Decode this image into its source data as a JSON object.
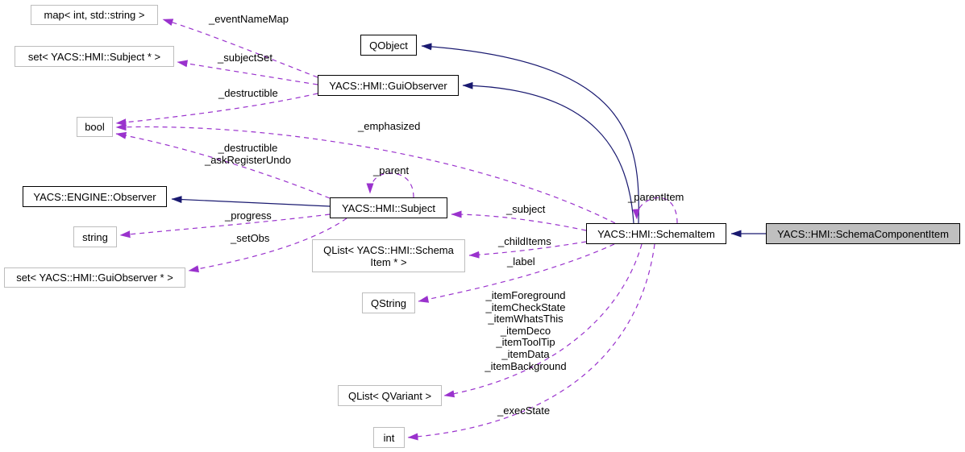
{
  "diagram": {
    "kind": "doxygen-collaboration-graph",
    "colors": {
      "background": "#ffffff",
      "inheritance_edge": "#191970",
      "usage_edge": "#9a32cd",
      "class_border": "#000000",
      "external_border": "#bdbdbd",
      "current_node_fill": "#bfbfbf",
      "text": "#000000"
    },
    "nodes": {
      "map_int_string": {
        "label": "map< int, std::string >",
        "type": "external"
      },
      "set_subject": {
        "label": "set< YACS::HMI::Subject * >",
        "type": "external"
      },
      "bool": {
        "label": "bool",
        "type": "external"
      },
      "qobject": {
        "label": "QObject",
        "type": "class"
      },
      "guiobserver": {
        "label": "YACS::HMI::GuiObserver",
        "type": "class"
      },
      "engine_observer": {
        "label": "YACS::ENGINE::Observer",
        "type": "class"
      },
      "string": {
        "label": "string",
        "type": "external"
      },
      "set_guiobserver": {
        "label": "set< YACS::HMI::GuiObserver * >",
        "type": "external"
      },
      "subject": {
        "label": "YACS::HMI::Subject",
        "type": "class"
      },
      "qlist_schemaitem": {
        "label": "QList< YACS::HMI::Schema\nItem * >",
        "type": "external"
      },
      "qstring": {
        "label": "QString",
        "type": "external"
      },
      "qlist_qvariant": {
        "label": "QList< QVariant >",
        "type": "external"
      },
      "int": {
        "label": "int",
        "type": "external"
      },
      "schemaitem": {
        "label": "YACS::HMI::SchemaItem",
        "type": "class"
      },
      "schemacomponentitem": {
        "label": "YACS::HMI::SchemaComponentItem",
        "type": "current"
      }
    },
    "edges": {
      "inherit_comp_schemaitem": {
        "from": "schemacomponentitem",
        "to": "schemaitem",
        "style": "inheritance"
      },
      "inherit_schemaitem_qobject": {
        "from": "schemaitem",
        "to": "qobject",
        "style": "inheritance"
      },
      "inherit_schemaitem_guiobserver": {
        "from": "schemaitem",
        "to": "guiobserver",
        "style": "inheritance"
      },
      "inherit_subject_observer": {
        "from": "subject",
        "to": "engine_observer",
        "style": "inheritance"
      },
      "event_name_map": {
        "from": "guiobserver",
        "to": "map_int_string",
        "style": "usage",
        "label": "_eventNameMap"
      },
      "subject_set": {
        "from": "guiobserver",
        "to": "set_subject",
        "style": "usage",
        "label": "_subjectSet"
      },
      "destructible": {
        "from": "guiobserver",
        "to": "bool",
        "style": "usage",
        "label": "_destructible"
      },
      "emphasized": {
        "from": "schemaitem",
        "to": "bool",
        "style": "usage",
        "label": "_emphasized"
      },
      "destructible_ask": {
        "from": "subject",
        "to": "bool",
        "style": "usage",
        "label": "_destructible\n_askRegisterUndo"
      },
      "parent": {
        "from": "subject",
        "to": "subject",
        "style": "usage",
        "label": "_parent"
      },
      "progress": {
        "from": "subject",
        "to": "string",
        "style": "usage",
        "label": "_progress"
      },
      "set_obs": {
        "from": "subject",
        "to": "set_guiobserver",
        "style": "usage",
        "label": "_setObs"
      },
      "subject": {
        "from": "schemaitem",
        "to": "subject",
        "style": "usage",
        "label": "_subject"
      },
      "child_items": {
        "from": "schemaitem",
        "to": "qlist_schemaitem",
        "style": "usage",
        "label": "_childItems"
      },
      "label": {
        "from": "schemaitem",
        "to": "qstring",
        "style": "usage",
        "label": "_label"
      },
      "item_lists": {
        "from": "schemaitem",
        "to": "qlist_qvariant",
        "style": "usage",
        "label": "_itemForeground\n_itemCheckState\n_itemWhatsThis\n_itemDeco\n_itemToolTip\n_itemData\n_itemBackground"
      },
      "exec_state": {
        "from": "schemaitem",
        "to": "int",
        "style": "usage",
        "label": "_execState"
      },
      "parent_item": {
        "from": "schemaitem",
        "to": "schemaitem",
        "style": "usage",
        "label": "_parentItem"
      }
    }
  }
}
